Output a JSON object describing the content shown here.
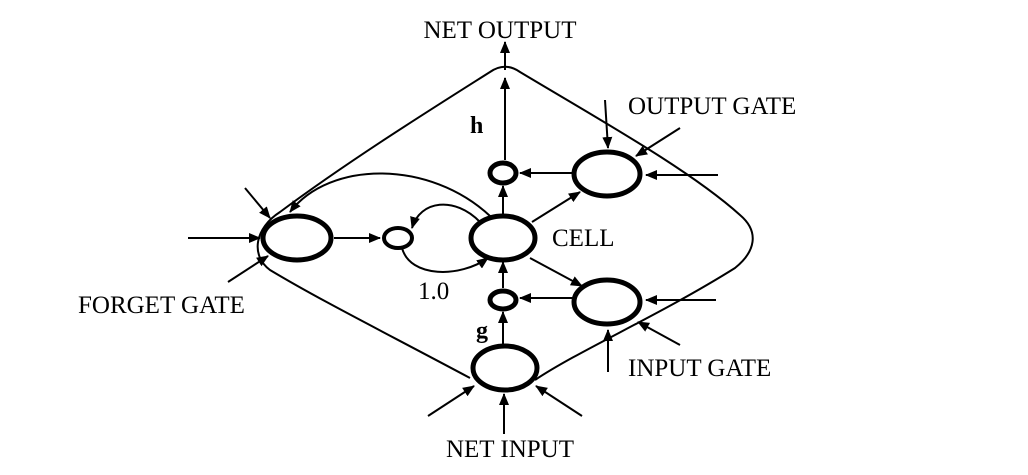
{
  "labels": {
    "net_output": "NET OUTPUT",
    "output_gate": "OUTPUT GATE",
    "cell": "CELL",
    "forget_gate": "FORGET GATE",
    "input_gate": "INPUT GATE",
    "net_input": "NET INPUT",
    "h": "h",
    "g": "g",
    "recurrent_weight": "1.0"
  },
  "colors": {
    "ink": "#000000",
    "background": "#ffffff"
  }
}
